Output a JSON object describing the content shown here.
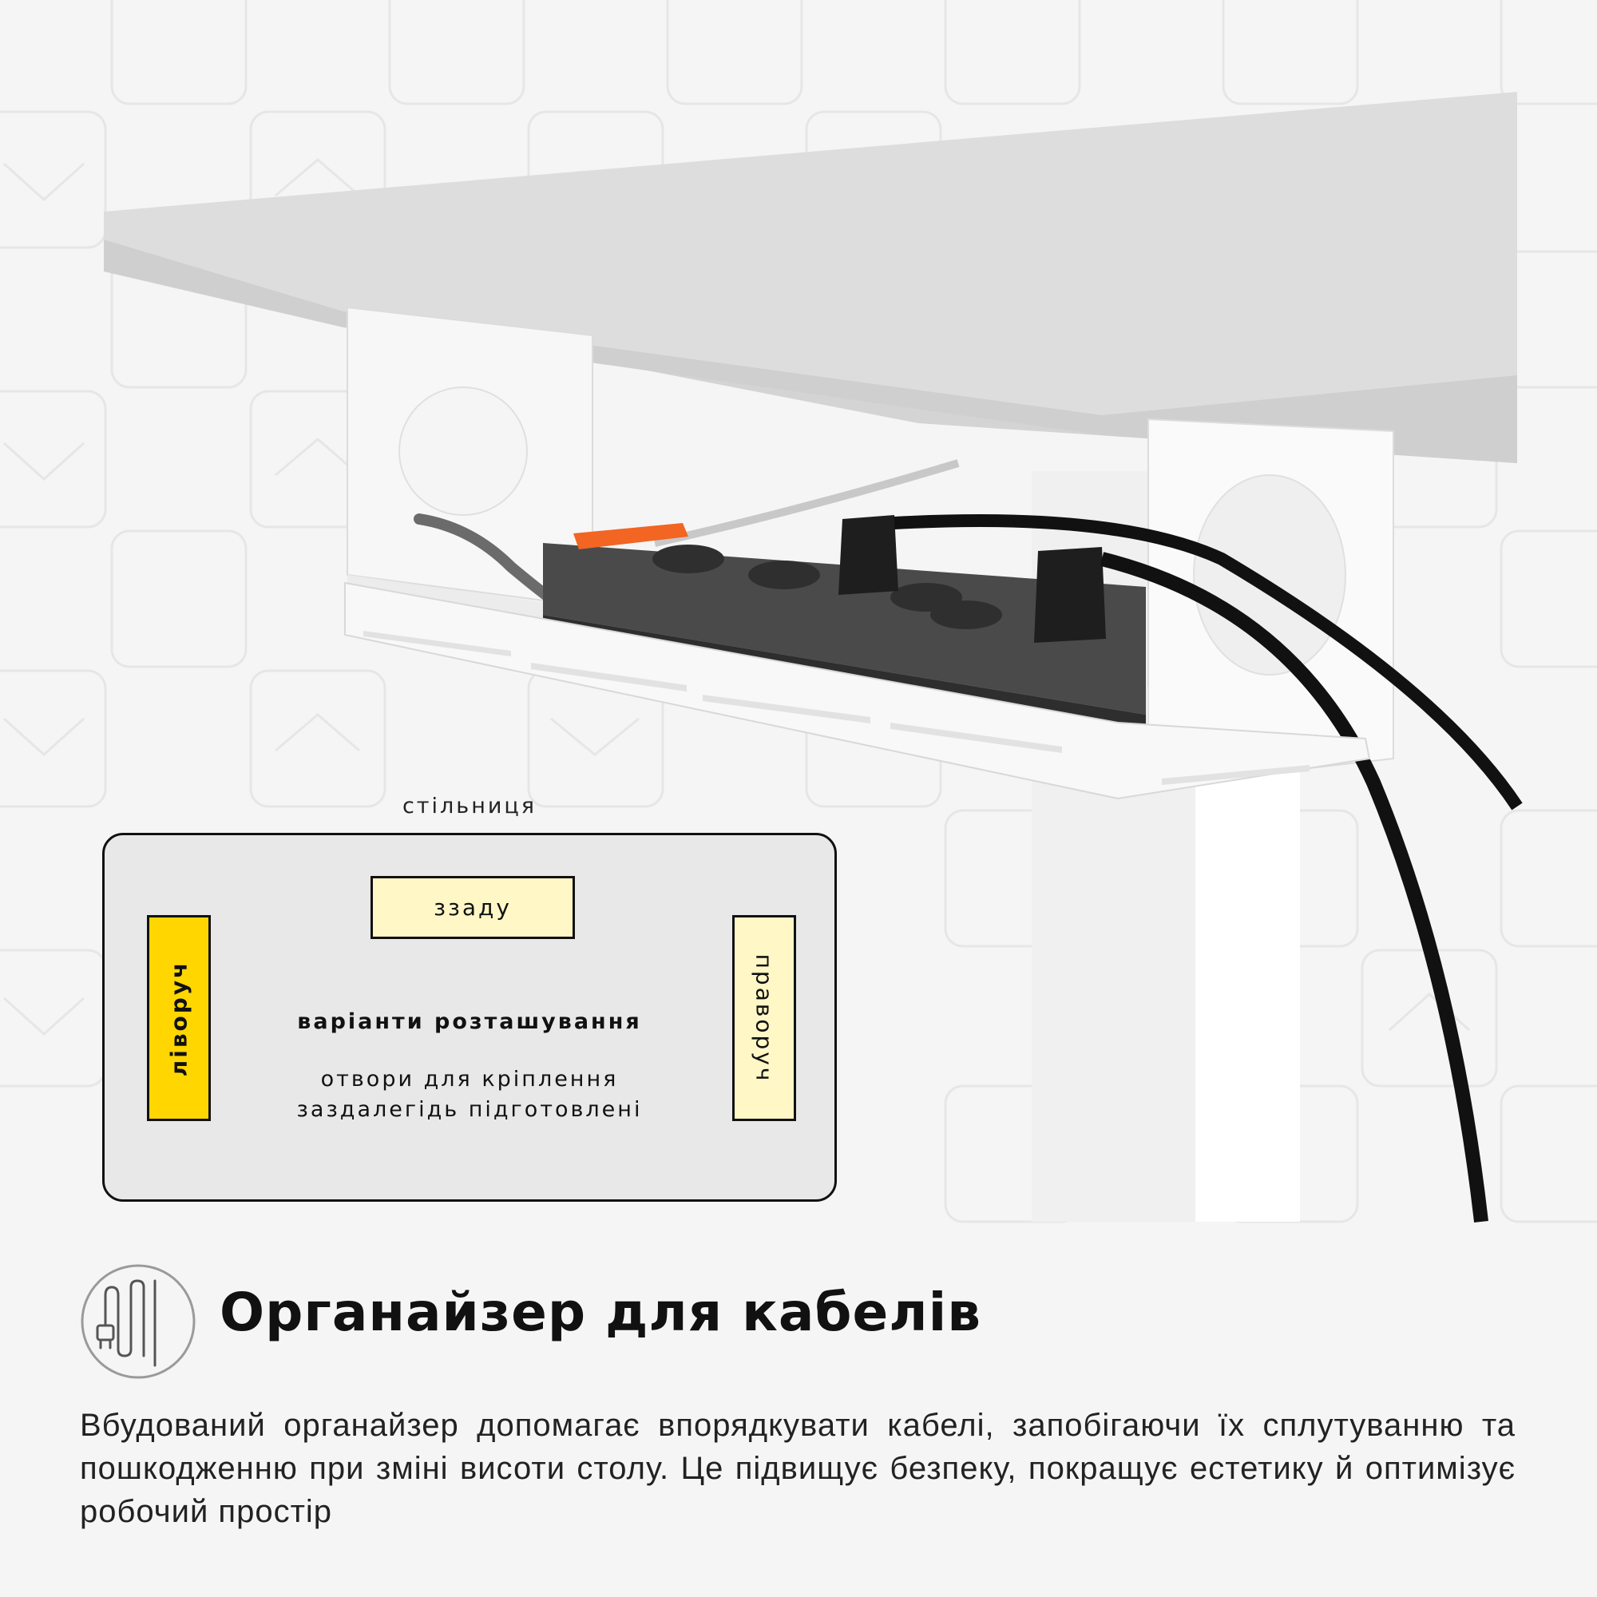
{
  "diagram": {
    "top_label": "стільниця",
    "positions": {
      "back": "ззаду",
      "left": "ліворуч",
      "right": "праворуч"
    },
    "title": "варіанти розташування",
    "note_lines": [
      "отвори для кріплення",
      "заздалегідь підготовлені"
    ]
  },
  "feature": {
    "icon": "cable-plug-icon",
    "heading": "Органайзер для кабелів",
    "description": "Вбудований органайзер допомагає впорядкувати кабелі, запобігаючи їх сплутуванню та пошкодженню при зміні висоти столу. Це підвищує безпеку, покращує естетику й оптимізує робочий простір"
  },
  "colors": {
    "background": "#f5f5f5",
    "accent_yellow": "#ffd600",
    "pale_yellow": "#fff7c5",
    "switch_orange": "#f26522",
    "power_strip": "#4a4a4a"
  }
}
